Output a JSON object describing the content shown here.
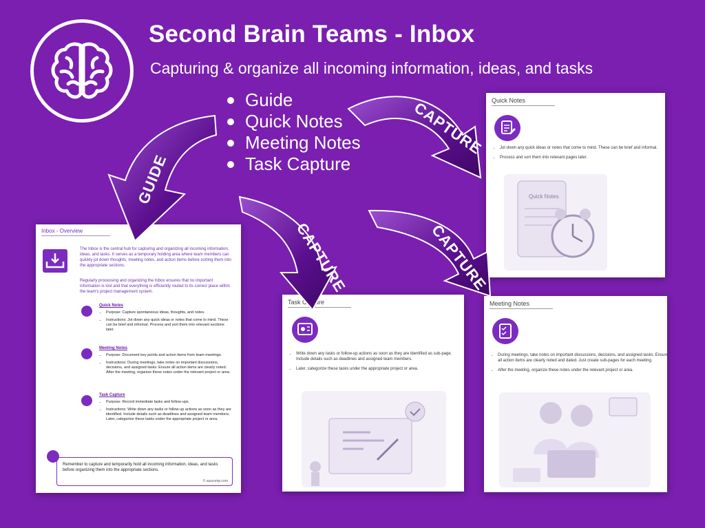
{
  "header": {
    "title": "Second Brain Teams - Inbox",
    "subtitle": "Capturing & organize all incoming information, ideas, and tasks",
    "bullets": [
      "Guide",
      "Quick Notes",
      "Meeting Notes",
      "Task Capture"
    ]
  },
  "arrows": {
    "guide": "GUIDE",
    "capture1": "CAPTURE",
    "capture2": "CAPTURE",
    "capture3": "CAPTURE"
  },
  "overview": {
    "heading": "Inbox - Overview",
    "intro": "The Inbox is the central hub for capturing and organizing all incoming information, ideas, and tasks. It serves as a temporary holding area where team members can quickly jot down thoughts, meeting notes, and action items before sorting them into the appropriate sections.",
    "intro2": "Regularly processing and organizing the Inbox ensures that no important information is lost and that everything is efficiently routed to its correct place within the team's project management system.",
    "sections": [
      {
        "title": "Quick Notes",
        "purpose": "Purpose: Capture spontaneous ideas, thoughts, and notes.",
        "instructions": "Instructions: Jot down any quick ideas or notes that come to mind. These can be brief and informal. Process and sort them into relevant sections later."
      },
      {
        "title": "Meeting Notes",
        "purpose": "Purpose: Document key points and action items from team meetings.",
        "instructions": "Instructions: During meetings, take notes on important discussions, decisions, and assigned tasks. Ensure all action items are clearly noted. After the meeting, organize these notes under the relevant project or area."
      },
      {
        "title": "Task Capture",
        "purpose": "Purpose: Record immediate tasks and follow-ups.",
        "instructions": "Instructions: Write down any tasks or follow-up actions as soon as they are identified. Include details such as deadlines and assigned team members. Later, categorize these tasks under the appropriate project or area."
      }
    ],
    "note": "Remember to capture and temporarily hold all incoming information, ideas, and tasks before organizing them into the appropriate sections.",
    "copyright": "© auscomp.com"
  },
  "quick_notes": {
    "heading": "Quick Notes",
    "items": [
      "Jot down any quick ideas or notes that come to mind. These can be brief and informal.",
      "Process and sort them into relevant pages later."
    ],
    "illustration_label": "Quick Notes"
  },
  "task_capture": {
    "heading": "Task Capture",
    "items": [
      "Write down any tasks or follow-up actions as soon as they are identified as sub-page. Include details such as deadlines and assigned team members.",
      "Later, categorize these tasks under the appropriate project or area."
    ]
  },
  "meeting_notes": {
    "heading": "Meeting Notes",
    "items": [
      "During meetings, take notes on important discussions, decisions, and assigned tasks. Ensure all action items are clearly noted and dated. Just create sub-pages for each meeting.",
      "After the meeting, organize these notes under the relevant project or area."
    ]
  },
  "colors": {
    "background": "#7a1fb0",
    "accent": "#7b2cbf",
    "arrow": "#5b0f8f"
  }
}
